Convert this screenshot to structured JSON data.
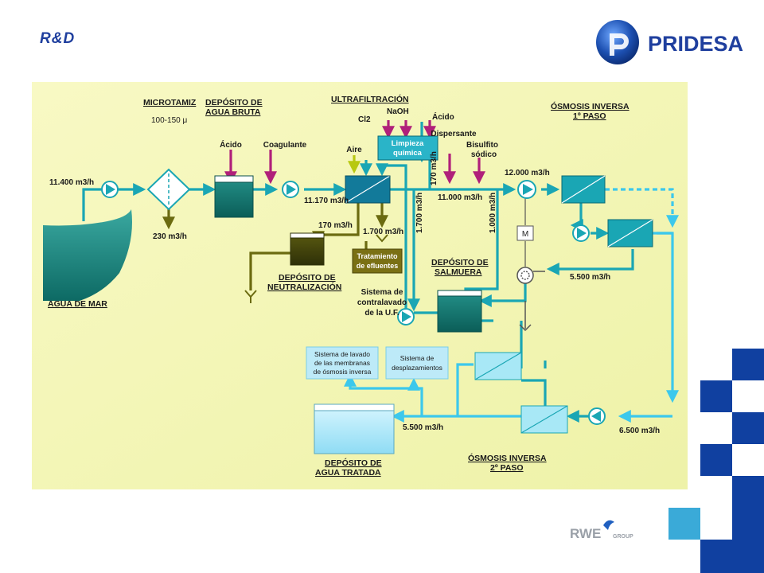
{
  "header": {
    "section": "R&D",
    "brand": "PRIDESA",
    "group_brand": "RWE",
    "group_suffix": "GROUP"
  },
  "diagram": {
    "sections": {
      "microtamiz": "MICROTAMIZ",
      "microtamiz_range": "100-150 μ",
      "deposito_agua_bruta_1": "DEPÓSITO DE",
      "deposito_agua_bruta_2": "AGUA BRUTA",
      "ultrafiltracion": "ULTRAFILTRACIÓN",
      "osmosis1_1": "ÓSMOSIS INVERSA",
      "osmosis1_2": "1º PASO",
      "agua_de_mar": "AGUA DE MAR",
      "deposito_neutralizacion_1": "DEPÓSITO DE",
      "deposito_neutralizacion_2": "NEUTRALIZACIÓN",
      "deposito_salmuera_1": "DEPÓSITO DE",
      "deposito_salmuera_2": "SALMUERA",
      "deposito_agua_tratada_1": "DEPÓSITO DE",
      "deposito_agua_tratada_2": "AGUA TRATADA",
      "osmosis2_1": "ÓSMOSIS INVERSA",
      "osmosis2_2": "2º PASO"
    },
    "chemicals": {
      "acido1": "Ácido",
      "coagulante": "Coagulante",
      "aire": "Aire",
      "cl2": "Cl2",
      "naoh": "NaOH",
      "acido2": "Ácido",
      "dispersante": "Dispersante",
      "bisulfito_1": "Bisulfito",
      "bisulfito_2": "sódico"
    },
    "flows": {
      "f_11400": "11.400 m3/h",
      "f_230": "230 m3/h",
      "f_11170": "11.170 m3/h",
      "f_170a": "170 m3/h",
      "f_1700a": "1.700 m3/h",
      "f_170b": "170 m3/h",
      "f_1700b": "1.700 m3/h",
      "f_11000": "11.000 m3/h",
      "f_1000": "1.000 m3/h",
      "f_12000": "12.000 m3/h",
      "f_5500a": "5.500 m3/h",
      "f_6500": "6.500 m3/h",
      "f_5500b": "5.500 m3/h"
    },
    "boxes": {
      "limpieza_1": "Limpieza",
      "limpieza_2": "química",
      "tratamiento_1": "Tratamiento",
      "tratamiento_2": "de efluentes",
      "lavado_1": "Sistema de lavado",
      "lavado_2": "de las membranas",
      "lavado_3": "de ósmosis inversa",
      "desplaz_1": "Sistema de",
      "desplaz_2": "desplazamientos"
    },
    "other": {
      "contralavado_1": "Sistema de",
      "contralavado_2": "contralavado",
      "contralavado_3": "de la U.F.",
      "motor": "M"
    }
  },
  "colors": {
    "panel": "#f5f7b4",
    "brine": "#1aa6b4",
    "permeate": "#3cc8ec",
    "pipe_olive": "#6b6b10",
    "chemical": "#b0207a",
    "tank": "#0f6f66",
    "brand_blue": "#1f3f9e",
    "square_blue": "#1040a0"
  }
}
